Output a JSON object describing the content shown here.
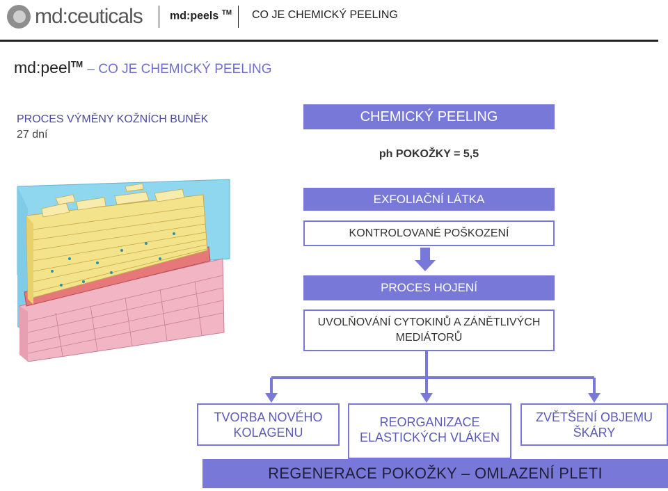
{
  "header": {
    "logo_text": "md:ceuticals",
    "product": "md:peels",
    "product_mark": "TM",
    "title": "CO JE CHEMICKÝ PEELING"
  },
  "page_title": {
    "main": "md:peel",
    "mark": "TM",
    "accent": "– CO JE CHEMICKÝ PEELING"
  },
  "process": {
    "title": "PROCES VÝMĚNY KOŽNÍCH BUNĚK",
    "days": "27 dní"
  },
  "flow": {
    "chemical_peeling": "CHEMICKÝ PEELING",
    "ph": "ph POKOŽKY = 5,5",
    "exfoliant": "EXFOLIAČNÍ LÁTKA",
    "controlled_damage": "KONTROLOVANÉ POŠKOZENÍ",
    "healing": "PROCES HOJENÍ",
    "cytokines": "UVOLŇOVÁNÍ CYTOKINŮ A ZÁNĚTLIVÝCH MEDIÁTORŮ",
    "collagen": "TVORBA NOVÉHO KOLAGENU",
    "elastic": "REORGANIZACE ELASTICKÝCH VLÁKEN",
    "dermis": "ZVĚTŠENÍ OBJEMU ŠKÁRY",
    "result": "REGENERACE POKOŽKY – OMLAZENÍ PLETI"
  },
  "colors": {
    "accent": "#7878d8",
    "title_blue": "#4b4b9a",
    "skin_yellow": "#f3e38a",
    "skin_pink": "#f2b5c4",
    "background_cyan": "#8fd6ef"
  }
}
